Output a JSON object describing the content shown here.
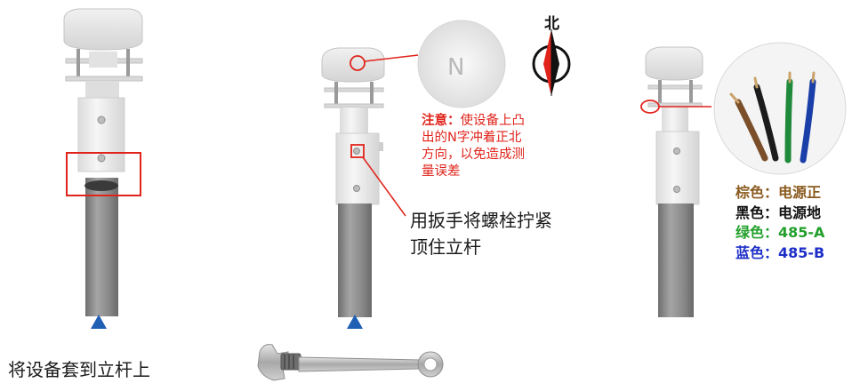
{
  "north_label": "北",
  "n_marking": "N",
  "note": {
    "prefix": "注意：",
    "line1_rest": "使设备上凸",
    "line2": "出的N字冲着正北",
    "line3": "方向，以免造成测",
    "line4": "量误差"
  },
  "step2_instruction": {
    "line1": "用扳手将螺栓拧紧",
    "line2": "顶住立杆"
  },
  "step1_caption": "将设备套到立杆上",
  "wire_legend": [
    {
      "name": "棕色：",
      "function": "电源正",
      "color": "#8a5a1e"
    },
    {
      "name": "黑色：",
      "function": "电源地",
      "color": "#111111"
    },
    {
      "name": "绿色：",
      "function": "485-A",
      "color": "#22a02b"
    },
    {
      "name": "蓝色：",
      "function": "485-B",
      "color": "#1e2fc8"
    }
  ],
  "colors": {
    "highlight_red": "#e0241b",
    "arrow_blue": "#1f5fb4",
    "device_white": "#ebebeb",
    "pole_gray": "#8e8e8e"
  }
}
